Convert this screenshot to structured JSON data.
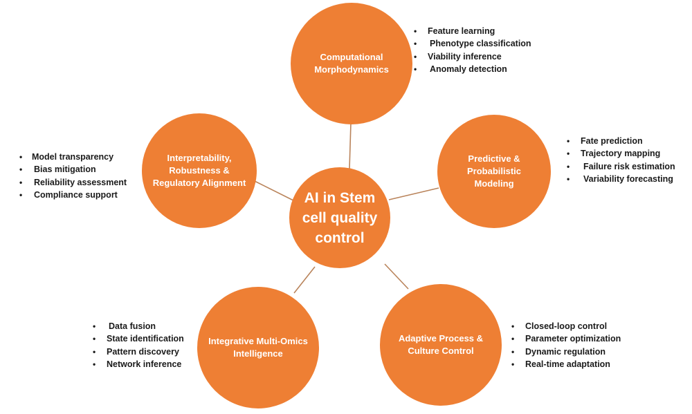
{
  "colors": {
    "node_fill": "#ee7f34",
    "node_text": "#ffffff",
    "connector": "#b9835a",
    "bullet_text": "#1a1a1a",
    "background": "#ffffff"
  },
  "center": {
    "label": "AI in Stem cell quality control"
  },
  "nodes": [
    {
      "id": "top",
      "label": "Computational Morphodynamics",
      "bullets": [
        "Feature learning",
        "Phenotype classification",
        "Viability inference",
        "Anomaly detection"
      ]
    },
    {
      "id": "right",
      "label": "Predictive & Probabilistic Modeling",
      "bullets": [
        "Fate prediction",
        "Trajectory mapping",
        "Failure risk estimation",
        "Variability forecasting"
      ]
    },
    {
      "id": "bottom-right",
      "label": "Adaptive Process & Culture Control",
      "bullets": [
        "Closed-loop control",
        "Parameter optimization",
        "Dynamic regulation",
        "Real-time adaptation"
      ]
    },
    {
      "id": "bottom-left",
      "label": "Integrative Multi-Omics Intelligence",
      "bullets": [
        "Data fusion",
        "State identification",
        "Pattern discovery",
        "Network inference"
      ]
    },
    {
      "id": "left",
      "label": "Interpretability, Robustness & Regulatory Alignment",
      "bullets": [
        "Model transparency",
        "Bias mitigation",
        "Reliability assessment",
        "Compliance support"
      ]
    }
  ]
}
